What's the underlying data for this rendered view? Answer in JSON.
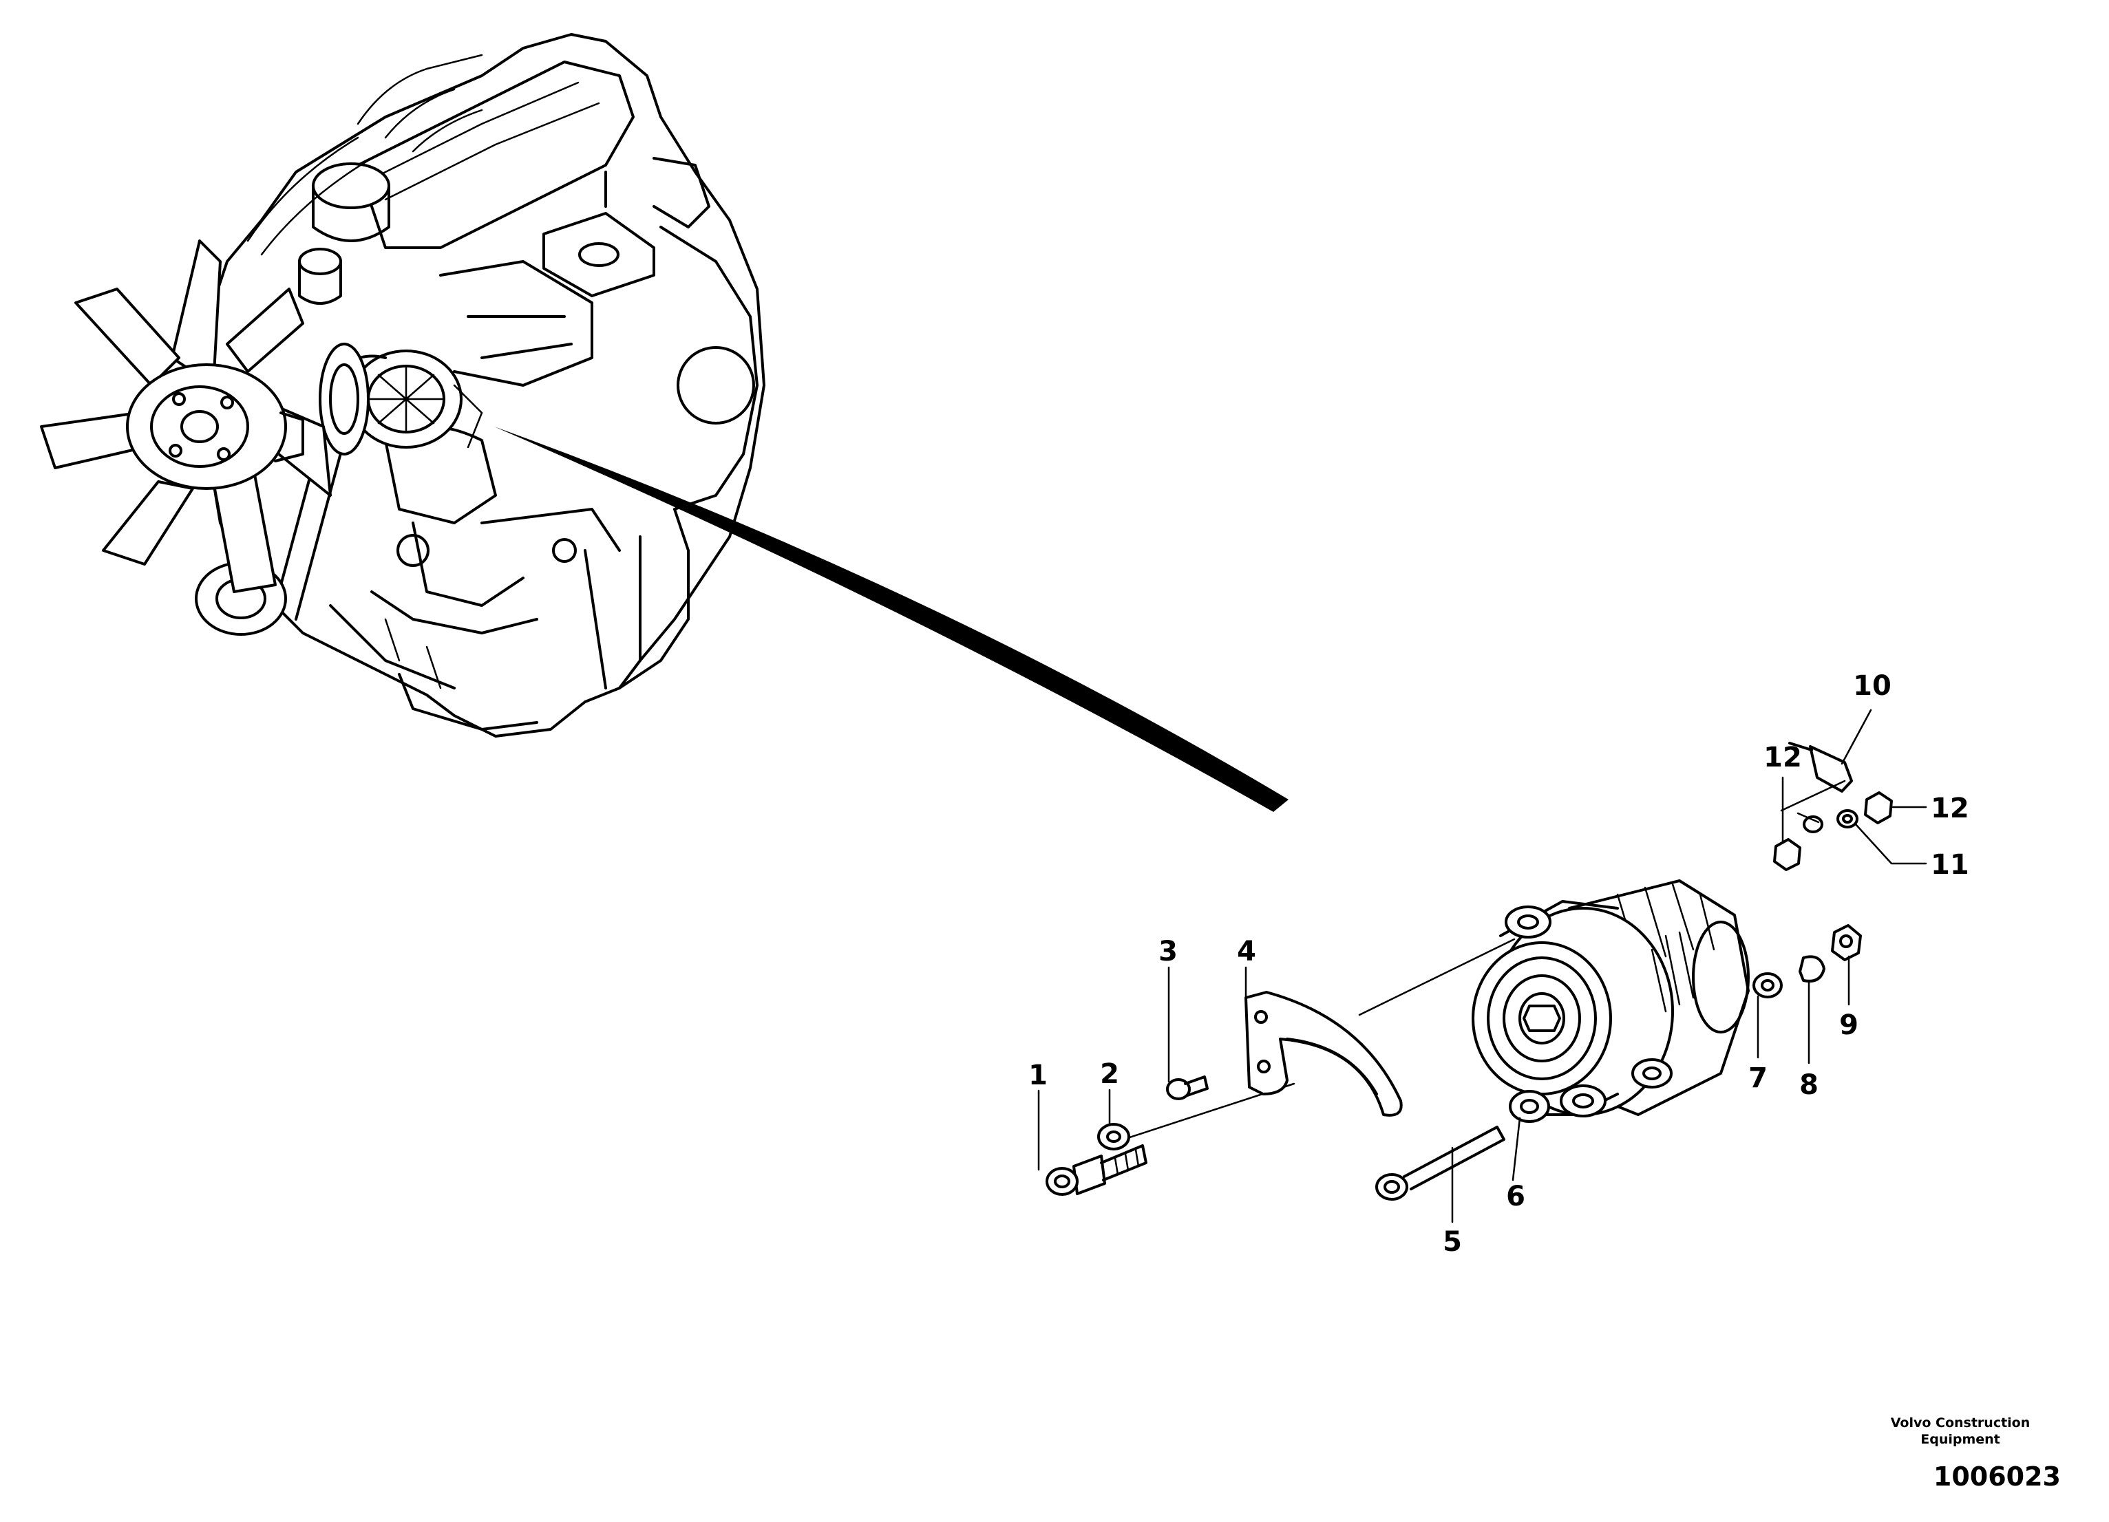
{
  "credit": {
    "line1": "Volvo Construction",
    "line2": "Equipment"
  },
  "drawing_number": "1006023",
  "callouts": {
    "c1": "1",
    "c2": "2",
    "c3": "3",
    "c4": "4",
    "c5": "5",
    "c6": "6",
    "c7": "7",
    "c8": "8",
    "c9": "9",
    "c10": "10",
    "c11": "11",
    "c12a": "12",
    "c12b": "12"
  }
}
